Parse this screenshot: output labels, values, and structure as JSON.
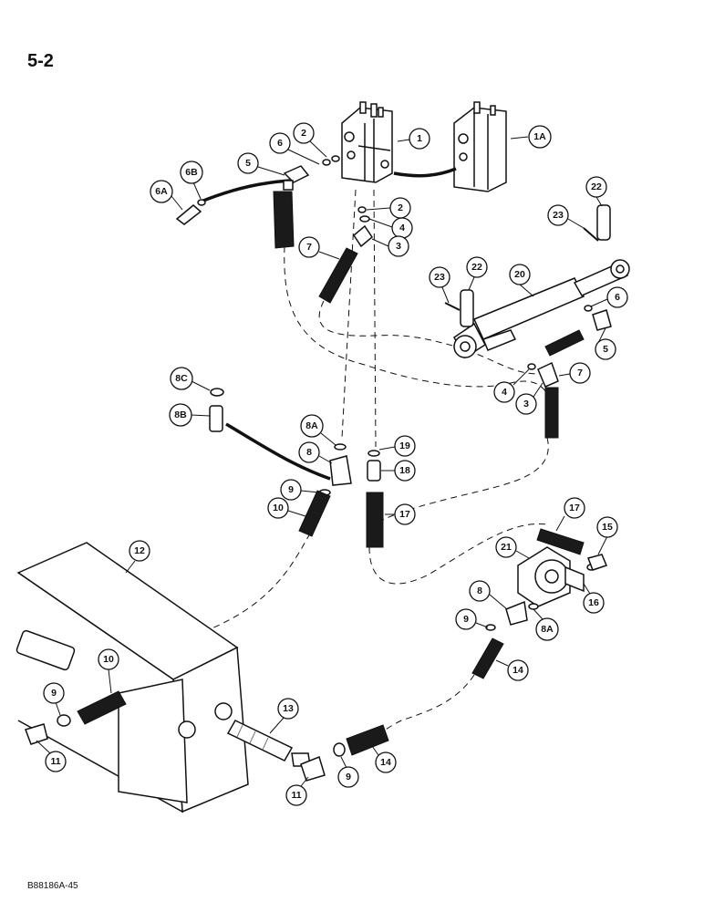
{
  "page": {
    "number": "5-2",
    "figure_code": "B88186A-45"
  },
  "callouts": [
    {
      "id": "c1",
      "label": "1"
    },
    {
      "id": "c1a",
      "label": "1A"
    },
    {
      "id": "c2a",
      "label": "2"
    },
    {
      "id": "c6a",
      "label": "6"
    },
    {
      "id": "c5a",
      "label": "5"
    },
    {
      "id": "c6b",
      "label": "6B"
    },
    {
      "id": "c6aa",
      "label": "6A"
    },
    {
      "id": "c2b",
      "label": "2"
    },
    {
      "id": "c4a",
      "label": "4"
    },
    {
      "id": "c3a",
      "label": "3"
    },
    {
      "id": "c7a",
      "label": "7"
    },
    {
      "id": "c22a",
      "label": "22"
    },
    {
      "id": "c23a",
      "label": "23"
    },
    {
      "id": "c22b",
      "label": "22"
    },
    {
      "id": "c23b",
      "label": "23"
    },
    {
      "id": "c20",
      "label": "20"
    },
    {
      "id": "c6c",
      "label": "6"
    },
    {
      "id": "c5b",
      "label": "5"
    },
    {
      "id": "c7b",
      "label": "7"
    },
    {
      "id": "c4b",
      "label": "4"
    },
    {
      "id": "c3b",
      "label": "3"
    },
    {
      "id": "c8c",
      "label": "8C"
    },
    {
      "id": "c8b",
      "label": "8B"
    },
    {
      "id": "c8aa",
      "label": "8A"
    },
    {
      "id": "c19",
      "label": "19"
    },
    {
      "id": "c8a",
      "label": "8"
    },
    {
      "id": "c18",
      "label": "18"
    },
    {
      "id": "c9a",
      "label": "9"
    },
    {
      "id": "c10a",
      "label": "10"
    },
    {
      "id": "c17a",
      "label": "17"
    },
    {
      "id": "c17b",
      "label": "17"
    },
    {
      "id": "c15",
      "label": "15"
    },
    {
      "id": "c21",
      "label": "21"
    },
    {
      "id": "c12",
      "label": "12"
    },
    {
      "id": "c16",
      "label": "16"
    },
    {
      "id": "c8b2",
      "label": "8"
    },
    {
      "id": "c8ab",
      "label": "8A"
    },
    {
      "id": "c9b",
      "label": "9"
    },
    {
      "id": "c14a",
      "label": "14"
    },
    {
      "id": "c10b",
      "label": "10"
    },
    {
      "id": "c9c",
      "label": "9"
    },
    {
      "id": "c13",
      "label": "13"
    },
    {
      "id": "c11a",
      "label": "11"
    },
    {
      "id": "c14b",
      "label": "14"
    },
    {
      "id": "c9d",
      "label": "9"
    },
    {
      "id": "c11b",
      "label": "11"
    }
  ]
}
